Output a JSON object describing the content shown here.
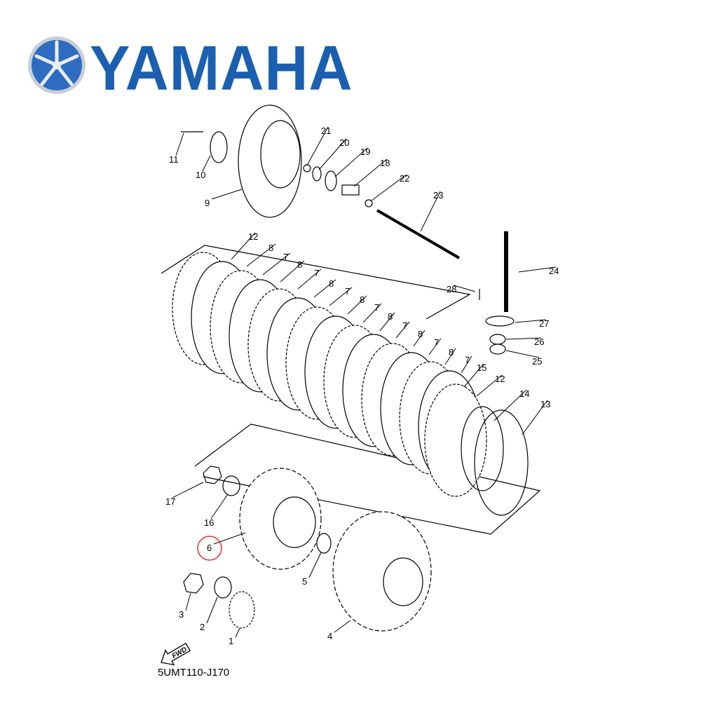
{
  "brand": {
    "name": "YAMAHA",
    "color": "#1a5fb0"
  },
  "diagram_code": "5UMT110-J170",
  "fwd_label": "FWD",
  "highlight": {
    "part": "6",
    "color": "#e0302a"
  },
  "callouts": [
    "11",
    "10",
    "9",
    "21",
    "20",
    "19",
    "18",
    "22",
    "23",
    "12",
    "8",
    "7",
    "8",
    "7",
    "8",
    "7",
    "8",
    "7",
    "8",
    "7",
    "8",
    "7",
    "8",
    "7",
    "15",
    "12",
    "14",
    "13",
    "24",
    "28",
    "27",
    "26",
    "25",
    "17",
    "16",
    "6",
    "5",
    "3",
    "2",
    "1",
    "4"
  ]
}
